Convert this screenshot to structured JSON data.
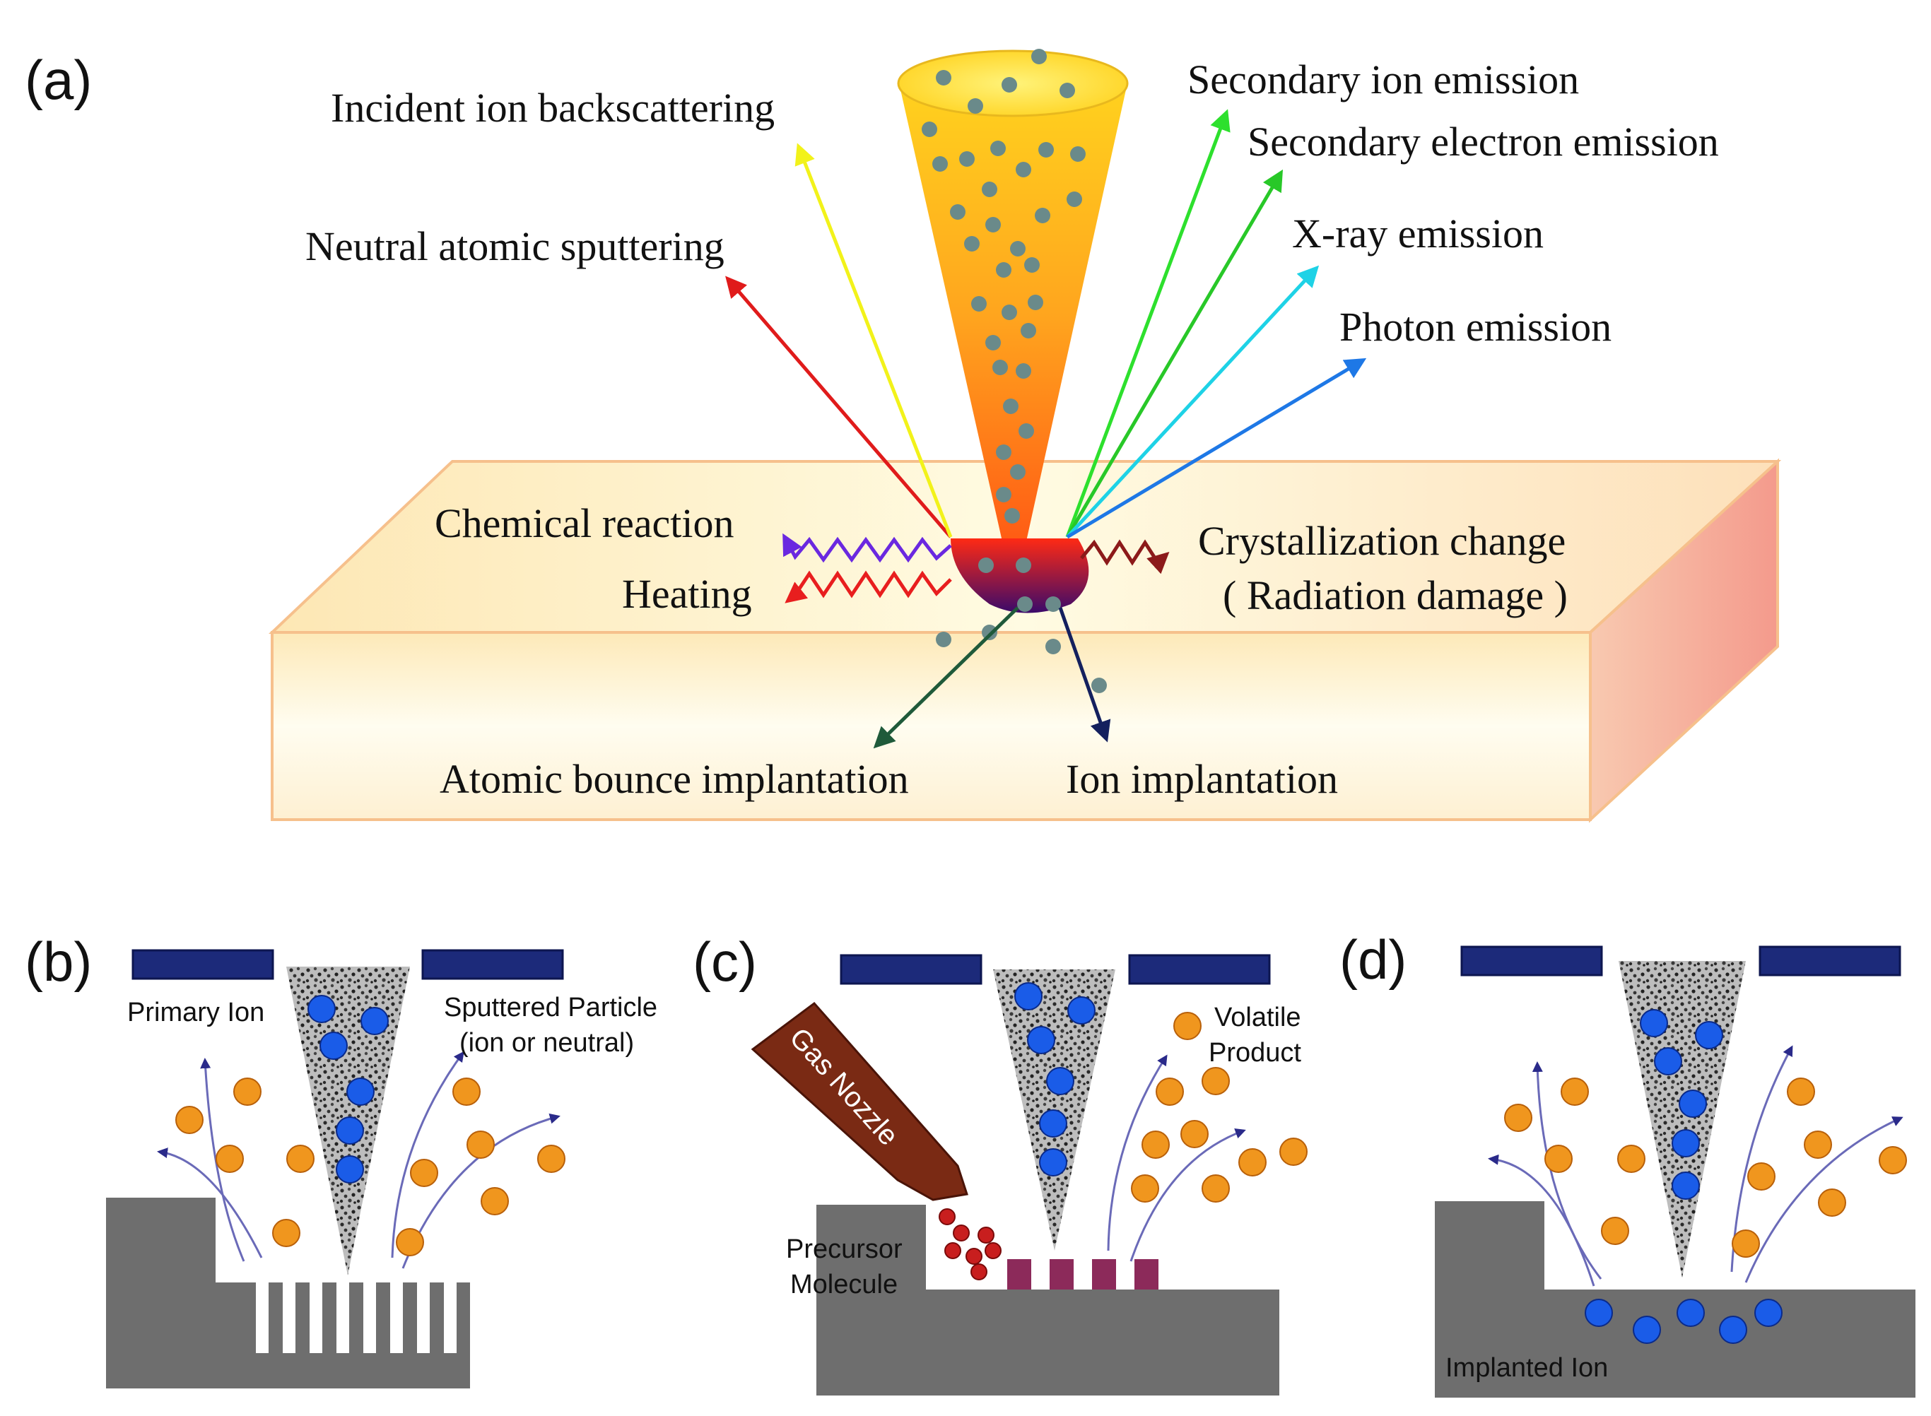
{
  "panel_a": {
    "label": "(a)",
    "secondary_ion_emission": "Secondary ion emission",
    "secondary_electron_emission": "Secondary electron emission",
    "incident_ion_backscattering": "Incident ion backscattering",
    "neutral_atomic_sputtering": "Neutral atomic sputtering",
    "xray_emission": "X-ray emission",
    "photon_emission": "Photon emission",
    "chemical_reaction": "Chemical reaction",
    "heating": "Heating",
    "crystallization_change": "Crystallization change",
    "radiation_damage": "( Radiation damage )",
    "atomic_bounce_implantation": "Atomic bounce implantation",
    "ion_implantation": "Ion implantation",
    "colors": {
      "neutral_sputtering": "#e01b1b",
      "backscattering": "#f2f21a",
      "secondary_ion": "#2de02d",
      "secondary_electron": "#28c828",
      "xray": "#1ed2e6",
      "photon": "#1e78e6",
      "chemical": "#6a28e0",
      "heating": "#e81e1e",
      "crystallization": "#8c1a1a",
      "atomic_bounce": "#1f5a3a",
      "ion_implant": "#14205e"
    }
  },
  "panel_b": {
    "label": "(b)",
    "primary_ion": "Primary Ion",
    "sputtered_particle_line1": "Sputtered Particle",
    "sputtered_particle_line2": "(ion or neutral)"
  },
  "panel_c": {
    "label": "(c)",
    "gas_nozzle": "Gas Nozzle",
    "volatile_line1": "Volatile",
    "volatile_line2": "Product",
    "precursor_line1": "Precursor",
    "precursor_line2": "Molecule"
  },
  "panel_d": {
    "label": "(d)",
    "implanted_ion": "Implanted Ion"
  },
  "palette": {
    "electrode": "#1c2a7a",
    "substrate": "#6e6e6e",
    "ion_blue": "#1a5ce8",
    "particle_orange": "#f0961e",
    "precursor_red": "#c81e1e",
    "deposit": "#8c2a5a",
    "nozzle": "#7a2a14",
    "flow_arrow": "#6a6ab8"
  }
}
